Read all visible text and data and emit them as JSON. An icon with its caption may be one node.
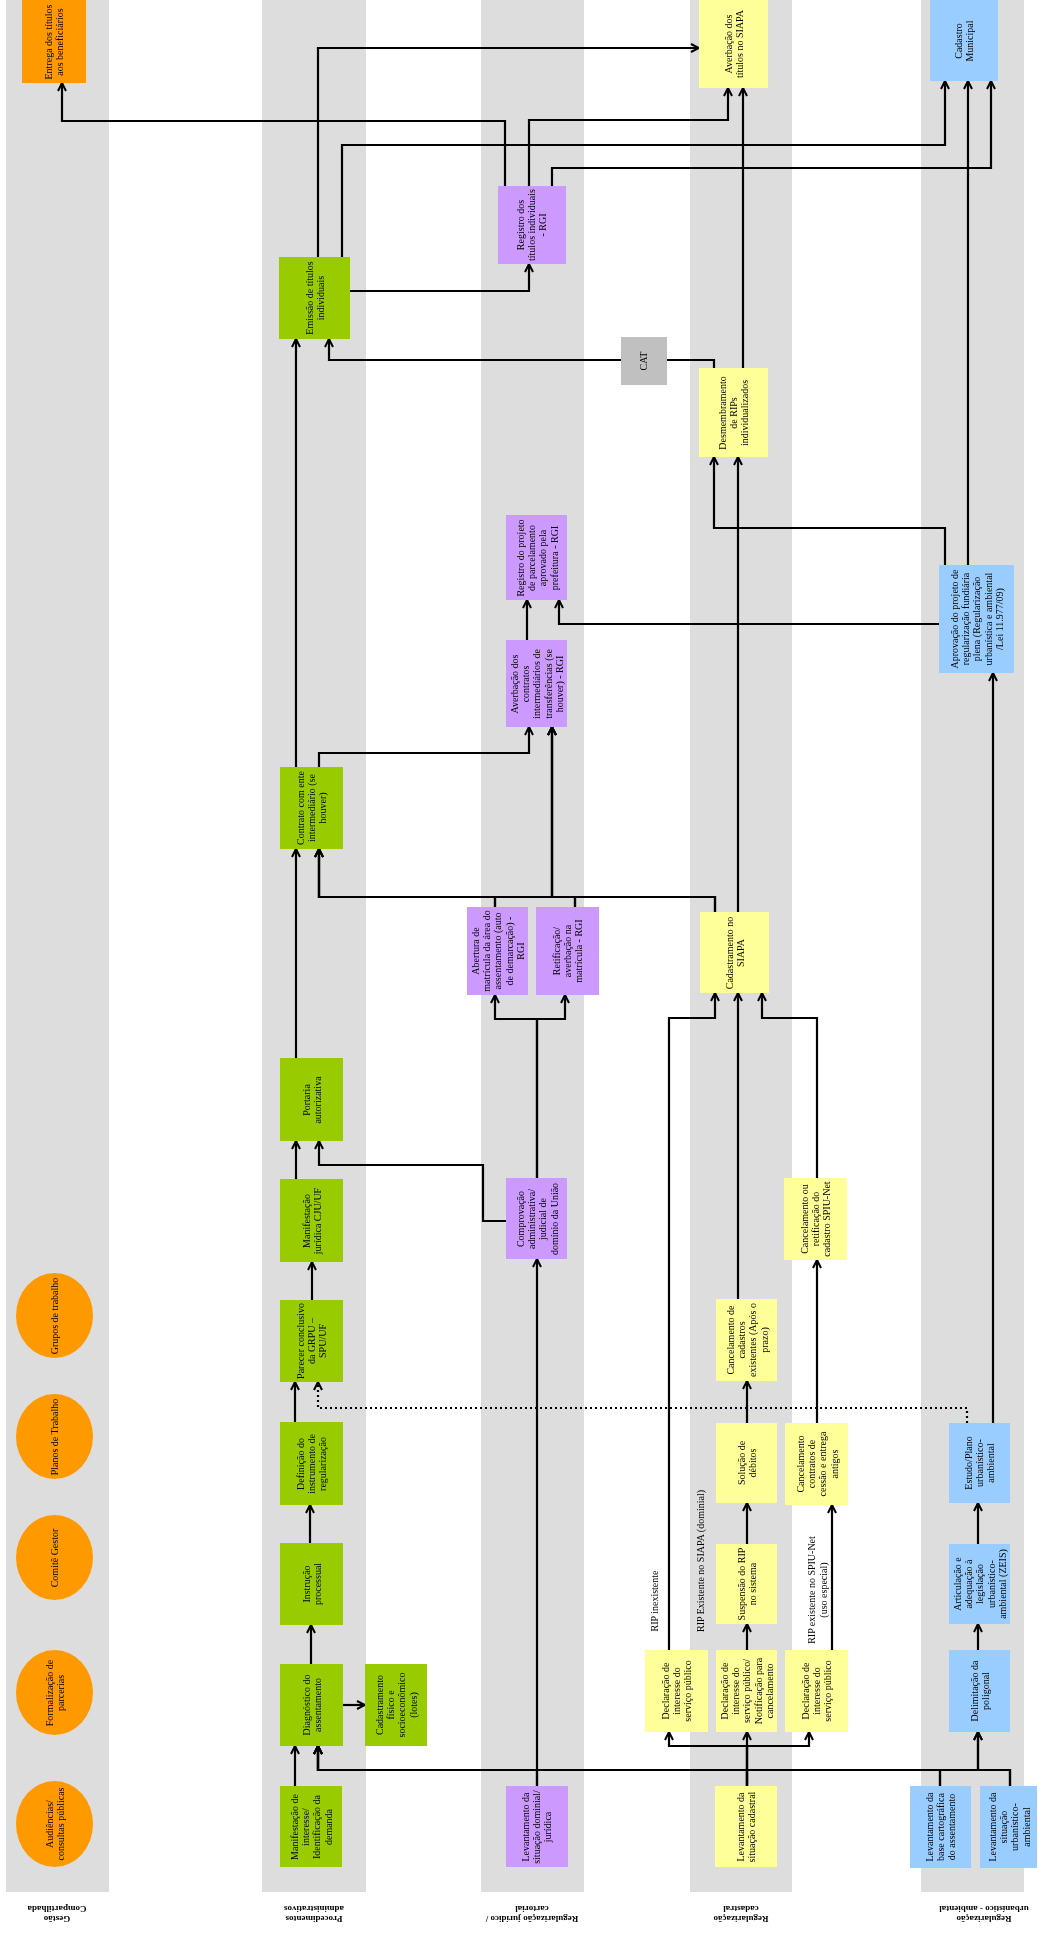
{
  "diagram": {
    "nodes": [
      {
        "text": [
          "Entrega dos títulos aos beneficiários"
        ]
      },
      {
        "text": [
          "Grupos de trabalho"
        ]
      },
      {
        "text": [
          "Planos de Trabalho"
        ]
      },
      {
        "text": [
          "Comitê Gestor"
        ]
      },
      {
        "text": [
          "Formalização de parcerias"
        ]
      },
      {
        "text": [
          "Audiências/ consultas públicas"
        ]
      },
      {
        "text": [
          "Emissão de títulos individuais"
        ]
      },
      {
        "text": [
          "Contrato com ente intermediário (se houver)"
        ]
      },
      {
        "text": [
          "Portaria autorizativa"
        ]
      },
      {
        "text": [
          "Manifestação jurídica CJU/UF"
        ]
      },
      {
        "text": [
          "Parecer conclusivo da GRPU – SPU/UF"
        ]
      },
      {
        "text": [
          "Definição do instrumento de regularização"
        ]
      },
      {
        "text": [
          "Instrução processual"
        ]
      },
      {
        "text": [
          "Diagnóstico do assentamento"
        ]
      },
      {
        "text": [
          "Cadastramento físico e socioeconômico (lotes)"
        ]
      },
      {
        "text": [
          "Manifestação de interesse/ Identificação da demanda"
        ]
      },
      {
        "text": [
          "Registro dos títulos individuais - RGI"
        ]
      },
      {
        "text": [
          "Registro do projeto de parcelamento aprovado pela prefeitura - RGI"
        ]
      },
      {
        "text": [
          "Averbação dos contratos intermediários de transferências (se houver) - RGI"
        ]
      },
      {
        "text": [
          "Abertura de matrícula da área do assentamento (auto de demarcação) - RGI"
        ]
      },
      {
        "text": [
          "Retificação/ averbação na matrícula - RGI"
        ]
      },
      {
        "text": [
          "Comprovação administrativa/ judicial de domínio da União"
        ]
      },
      {
        "text": [
          "Levantamento da situação dominial/ jurídica"
        ]
      },
      {
        "text": [
          "Averbação dos títulos no SIAPA"
        ]
      },
      {
        "text": [
          "CAT"
        ]
      },
      {
        "text": [
          "Desmembramento de RIPs individualizados"
        ]
      },
      {
        "text": [
          "Cadastramento no SIAPA"
        ]
      },
      {
        "text": [
          "Cancelamento ou retificação do cadastro SPIU-Net"
        ]
      },
      {
        "text": [
          "Cancelamento de cadastros existentes (Após o prazo)"
        ]
      },
      {
        "text": [
          "Solução de débitos"
        ]
      },
      {
        "text": [
          "Cancelamento contratos de cessão e entrega antigos"
        ]
      },
      {
        "text": [
          "Suspensão do RIP no sistema"
        ]
      },
      {
        "text": [
          "Declaração de interesse do serviço público"
        ]
      },
      {
        "text": [
          "Declaração de interesse do serviço público/ Notificação para cancelamento"
        ]
      },
      {
        "text": [
          "Declaração de interesse do serviço público"
        ]
      },
      {
        "text": [
          "Levantamento da situação cadastral"
        ]
      },
      {
        "text": [
          "Cadastro Municipal"
        ]
      },
      {
        "text": [
          "Aprovação do projeto de regularização fundiária plena (Regularização urbanística e ambiental /Lei 11.977/09)"
        ]
      },
      {
        "text": [
          "Estudo/Plano urbanístico-ambiental"
        ]
      },
      {
        "text": [
          "Articulação e adequação à legislação urbanístico-ambiental (ZEIS)"
        ]
      },
      {
        "text": [
          "Delimitação da poligonal"
        ]
      },
      {
        "text": [
          "Levantamento da base cartográfica do assentamento"
        ]
      },
      {
        "text": [
          "Levantamento da situação urbanístico-ambiental"
        ]
      }
    ],
    "edges": [
      {
        "from": 15,
        "to": 13,
        "arrow": "to"
      },
      {
        "from": 22,
        "to": 13,
        "arrow": "to"
      },
      {
        "from": 35,
        "to": 13,
        "arrow": "to"
      },
      {
        "from": 41,
        "to": 13,
        "arrow": "to"
      },
      {
        "from": 42,
        "to": 13,
        "arrow": "to"
      },
      {
        "from": 41,
        "to": 40,
        "arrow": "to"
      },
      {
        "from": 42,
        "to": 40,
        "arrow": "to"
      },
      {
        "from": 22,
        "to": 21,
        "arrow": "to"
      },
      {
        "from": 35,
        "to": 32,
        "arrow": "to"
      },
      {
        "from": 35,
        "to": 33,
        "arrow": "to"
      },
      {
        "from": 35,
        "to": 34,
        "arrow": "to"
      },
      {
        "from": 13,
        "to": 14,
        "arrow": "to"
      },
      {
        "from": 13,
        "to": 12,
        "arrow": "to"
      },
      {
        "from": 12,
        "to": 11,
        "arrow": "to"
      },
      {
        "from": 11,
        "to": 10,
        "arrow": "to"
      },
      {
        "from": 38,
        "to": 10,
        "arrow": "to",
        "style": "dashed"
      },
      {
        "from": 10,
        "to": 9,
        "arrow": "to"
      },
      {
        "from": 9,
        "to": 8,
        "arrow": "to"
      },
      {
        "from": 21,
        "to": 8,
        "arrow": "to"
      },
      {
        "from": 8,
        "to": 7,
        "arrow": "to"
      },
      {
        "from": 21,
        "to": 19,
        "arrow": "to"
      },
      {
        "from": 21,
        "to": 20,
        "arrow": "to"
      },
      {
        "from": 19,
        "to": 7,
        "arrow": "to"
      },
      {
        "from": 20,
        "to": 7,
        "arrow": "to"
      },
      {
        "from": 26,
        "to": 7,
        "arrow": "to"
      },
      {
        "from": 19,
        "to": 18,
        "arrow": "to"
      },
      {
        "from": 20,
        "to": 18,
        "arrow": "to"
      },
      {
        "from": 26,
        "to": 18,
        "arrow": "to"
      },
      {
        "from": 7,
        "to": 6,
        "arrow": "to"
      },
      {
        "from": 7,
        "to": 18,
        "arrow": "to"
      },
      {
        "from": 18,
        "to": 17,
        "arrow": "to"
      },
      {
        "from": 37,
        "to": 17,
        "arrow": "to"
      },
      {
        "from": 37,
        "to": 25,
        "arrow": "to"
      },
      {
        "from": 37,
        "to": 36,
        "arrow": "to"
      },
      {
        "from": 38,
        "to": 37,
        "arrow": "to"
      },
      {
        "from": 26,
        "to": 25,
        "arrow": "to"
      },
      {
        "from": 25,
        "to": 23,
        "arrow": "to"
      },
      {
        "from": 25,
        "to": 24,
        "arrow": "none"
      },
      {
        "from": 24,
        "to": 6,
        "arrow": "to"
      },
      {
        "from": 6,
        "to": 16,
        "arrow": "to"
      },
      {
        "from": 6,
        "to": 23,
        "arrow": "to"
      },
      {
        "from": 6,
        "to": 36,
        "arrow": "to"
      },
      {
        "from": 16,
        "to": 0,
        "arrow": "to"
      },
      {
        "from": 16,
        "to": 23,
        "arrow": "to"
      },
      {
        "from": 16,
        "to": 36,
        "arrow": "to"
      },
      {
        "from": 32,
        "to": 26,
        "arrow": "to",
        "label": "RIP inexistente"
      },
      {
        "from": 33,
        "to": 31,
        "arrow": "to",
        "label": "RIP Existente no SIAPA (dominial)"
      },
      {
        "from": 34,
        "to": 30,
        "arrow": "to",
        "label": "RIP existente no SPIU-Net (uso especial)"
      },
      {
        "from": 31,
        "to": 29,
        "arrow": "to"
      },
      {
        "from": 29,
        "to": 28,
        "arrow": "to"
      },
      {
        "from": 28,
        "to": 26,
        "arrow": "to"
      },
      {
        "from": 30,
        "to": 27,
        "arrow": "to"
      },
      {
        "from": 27,
        "to": 26,
        "arrow": "to"
      },
      {
        "from": 39,
        "to": 38,
        "arrow": "to"
      },
      {
        "from": 40,
        "to": 39,
        "arrow": "to"
      }
    ],
    "labels": [
      "Gestão Compartilhada",
      "Procedimentos administrativos",
      "Regularização jurídico / cartorial",
      "Regularização cadastral",
      "Regularização urbanístico - ambiental"
    ]
  }
}
